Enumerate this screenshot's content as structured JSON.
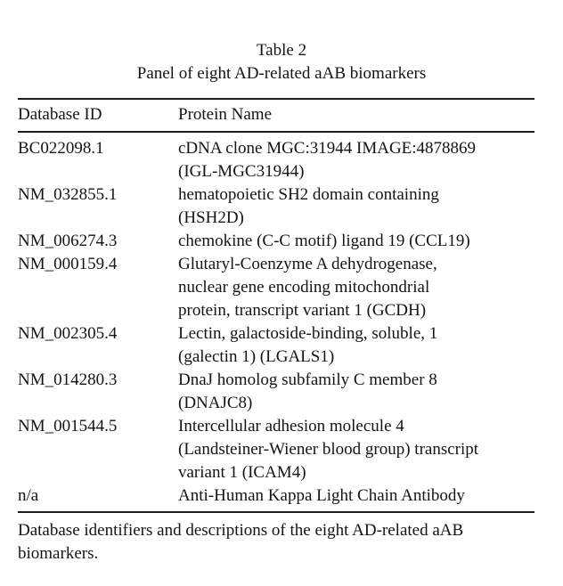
{
  "table": {
    "title": "Table 2",
    "subtitle": "Panel of eight AD-related aAB biomarkers",
    "columns": [
      "Database ID",
      "Protein Name"
    ],
    "rows": [
      {
        "id": "BC022098.1",
        "lines": [
          "cDNA clone MGC:31944 IMAGE:4878869",
          "(IGL-MGC31944)"
        ]
      },
      {
        "id": "NM_032855.1",
        "lines": [
          "hematopoietic SH2 domain containing",
          "(HSH2D)"
        ]
      },
      {
        "id": "NM_006274.3",
        "lines": [
          "chemokine (C-C motif) ligand 19 (CCL19)"
        ]
      },
      {
        "id": "NM_000159.4",
        "lines": [
          "Glutaryl-Coenzyme A dehydrogenase,",
          "nuclear gene encoding mitochondrial",
          "protein, transcript variant 1 (GCDH)"
        ]
      },
      {
        "id": "NM_002305.4",
        "lines": [
          "Lectin, galactoside-binding, soluble, 1",
          "(galectin 1) (LGALS1)"
        ]
      },
      {
        "id": "NM_014280.3",
        "lines": [
          "DnaJ homolog subfamily C member 8",
          "(DNAJC8)"
        ]
      },
      {
        "id": "NM_001544.5",
        "lines": [
          "Intercellular adhesion molecule 4",
          "(Landsteiner-Wiener blood group) transcript",
          "variant 1 (ICAM4)"
        ]
      },
      {
        "id": "n/a",
        "lines": [
          "Anti-Human Kappa Light Chain Antibody"
        ]
      }
    ],
    "caption": "Database identifiers and descriptions of the eight AD-related aAB biomarkers."
  }
}
